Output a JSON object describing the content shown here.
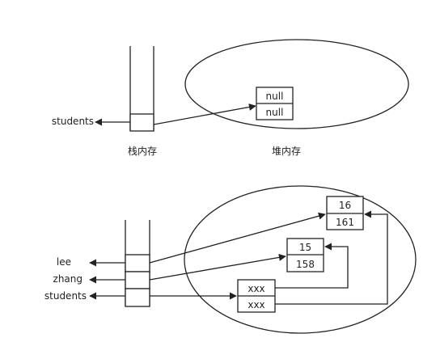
{
  "top": {
    "variable": "students",
    "array": [
      "null",
      "null"
    ],
    "stack_label": "栈内存",
    "heap_label": "堆内存"
  },
  "bottom": {
    "variables": [
      "lee",
      "zhang",
      "students"
    ],
    "array": [
      "xxx",
      "xxx"
    ],
    "object_a": [
      "15",
      "158"
    ],
    "object_b": [
      "16",
      "161"
    ]
  }
}
